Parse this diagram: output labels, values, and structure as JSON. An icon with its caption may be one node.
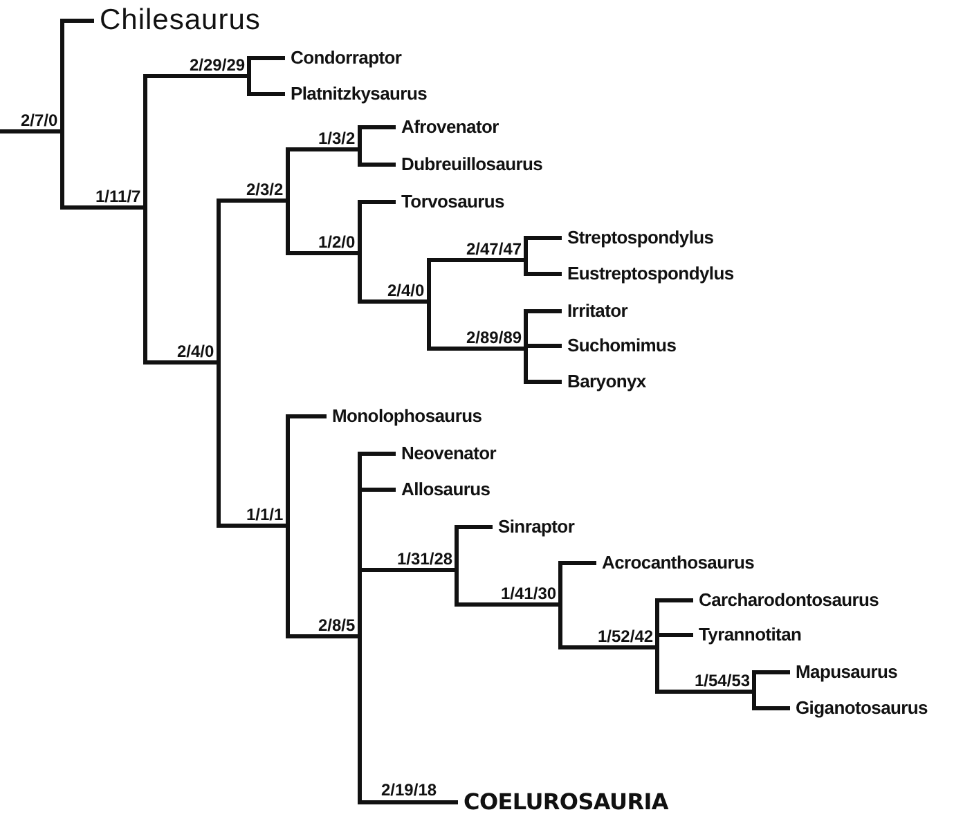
{
  "diagram": {
    "nodes": [
      {
        "text": [
          "2/7/0"
        ]
      },
      {
        "text": [
          "Chilesaurus"
        ]
      },
      {
        "text": [
          "1/11/7"
        ]
      },
      {
        "text": [
          "2/29/29"
        ]
      },
      {
        "text": [
          "Condorraptor"
        ]
      },
      {
        "text": [
          "Platnitzkysaurus"
        ]
      },
      {
        "text": [
          "2/4/0"
        ]
      },
      {
        "text": [
          "2/3/2"
        ]
      },
      {
        "text": [
          "1/3/2"
        ]
      },
      {
        "text": [
          "Afrovenator"
        ]
      },
      {
        "text": [
          "Dubreuillosaurus"
        ]
      },
      {
        "text": [
          "1/2/0"
        ]
      },
      {
        "text": [
          "Torvosaurus"
        ]
      },
      {
        "text": [
          "2/4/0"
        ]
      },
      {
        "text": [
          "2/47/47"
        ]
      },
      {
        "text": [
          "Streptospondylus"
        ]
      },
      {
        "text": [
          "Eustreptospondylus"
        ]
      },
      {
        "text": [
          "2/89/89"
        ]
      },
      {
        "text": [
          "Irritator"
        ]
      },
      {
        "text": [
          "Suchomimus"
        ]
      },
      {
        "text": [
          "Baryonyx"
        ]
      },
      {
        "text": [
          "1/1/1"
        ]
      },
      {
        "text": [
          "Monolophosaurus"
        ]
      },
      {
        "text": [
          "2/8/5"
        ]
      },
      {
        "text": [
          "Neovenator"
        ]
      },
      {
        "text": [
          "Allosaurus"
        ]
      },
      {
        "text": [
          "1/31/28"
        ]
      },
      {
        "text": [
          "Sinraptor"
        ]
      },
      {
        "text": [
          "1/41/30"
        ]
      },
      {
        "text": [
          "Acrocanthosaurus"
        ]
      },
      {
        "text": [
          "1/52/42"
        ]
      },
      {
        "text": [
          "Carcharodontosaurus"
        ]
      },
      {
        "text": [
          "Tyrannotitan"
        ]
      },
      {
        "text": [
          "1/54/53"
        ]
      },
      {
        "text": [
          "Mapusaurus"
        ]
      },
      {
        "text": [
          "Giganotosaurus"
        ]
      },
      {
        "text": [
          "COELUROSAURIA"
        ]
      }
    ],
    "edges": [
      {
        "from": null,
        "to": 0,
        "arrow": "none"
      },
      {
        "from": 0,
        "to": 1,
        "arrow": "none"
      },
      {
        "from": 0,
        "to": 2,
        "arrow": "none"
      },
      {
        "from": 2,
        "to": 3,
        "arrow": "none"
      },
      {
        "from": 2,
        "to": 6,
        "arrow": "none"
      },
      {
        "from": 3,
        "to": 4,
        "arrow": "none"
      },
      {
        "from": 3,
        "to": 5,
        "arrow": "none"
      },
      {
        "from": 6,
        "to": 7,
        "arrow": "none"
      },
      {
        "from": 6,
        "to": 21,
        "arrow": "none"
      },
      {
        "from": 7,
        "to": 8,
        "arrow": "none"
      },
      {
        "from": 7,
        "to": 11,
        "arrow": "none"
      },
      {
        "from": 8,
        "to": 9,
        "arrow": "none"
      },
      {
        "from": 8,
        "to": 10,
        "arrow": "none"
      },
      {
        "from": 11,
        "to": 12,
        "arrow": "none"
      },
      {
        "from": 11,
        "to": 13,
        "arrow": "none"
      },
      {
        "from": 13,
        "to": 14,
        "arrow": "none"
      },
      {
        "from": 13,
        "to": 17,
        "arrow": "none"
      },
      {
        "from": 14,
        "to": 15,
        "arrow": "none"
      },
      {
        "from": 14,
        "to": 16,
        "arrow": "none"
      },
      {
        "from": 17,
        "to": 18,
        "arrow": "none"
      },
      {
        "from": 17,
        "to": 19,
        "arrow": "none"
      },
      {
        "from": 17,
        "to": 20,
        "arrow": "none"
      },
      {
        "from": 21,
        "to": 22,
        "arrow": "none"
      },
      {
        "from": 21,
        "to": 23,
        "arrow": "none"
      },
      {
        "from": 23,
        "to": 24,
        "arrow": "none"
      },
      {
        "from": 23,
        "to": 25,
        "arrow": "none"
      },
      {
        "from": 23,
        "to": 26,
        "arrow": "none"
      },
      {
        "from": 26,
        "to": 27,
        "arrow": "none"
      },
      {
        "from": 26,
        "to": 28,
        "arrow": "none"
      },
      {
        "from": 28,
        "to": 29,
        "arrow": "none"
      },
      {
        "from": 28,
        "to": 30,
        "arrow": "none"
      },
      {
        "from": 30,
        "to": 31,
        "arrow": "none"
      },
      {
        "from": 30,
        "to": 32,
        "arrow": "none"
      },
      {
        "from": 30,
        "to": 33,
        "arrow": "none"
      },
      {
        "from": 33,
        "to": 34,
        "arrow": "none"
      },
      {
        "from": 33,
        "to": 35,
        "arrow": "none"
      },
      {
        "from": 23,
        "to": 36,
        "label": "2/19/18",
        "arrow": "none"
      }
    ]
  }
}
